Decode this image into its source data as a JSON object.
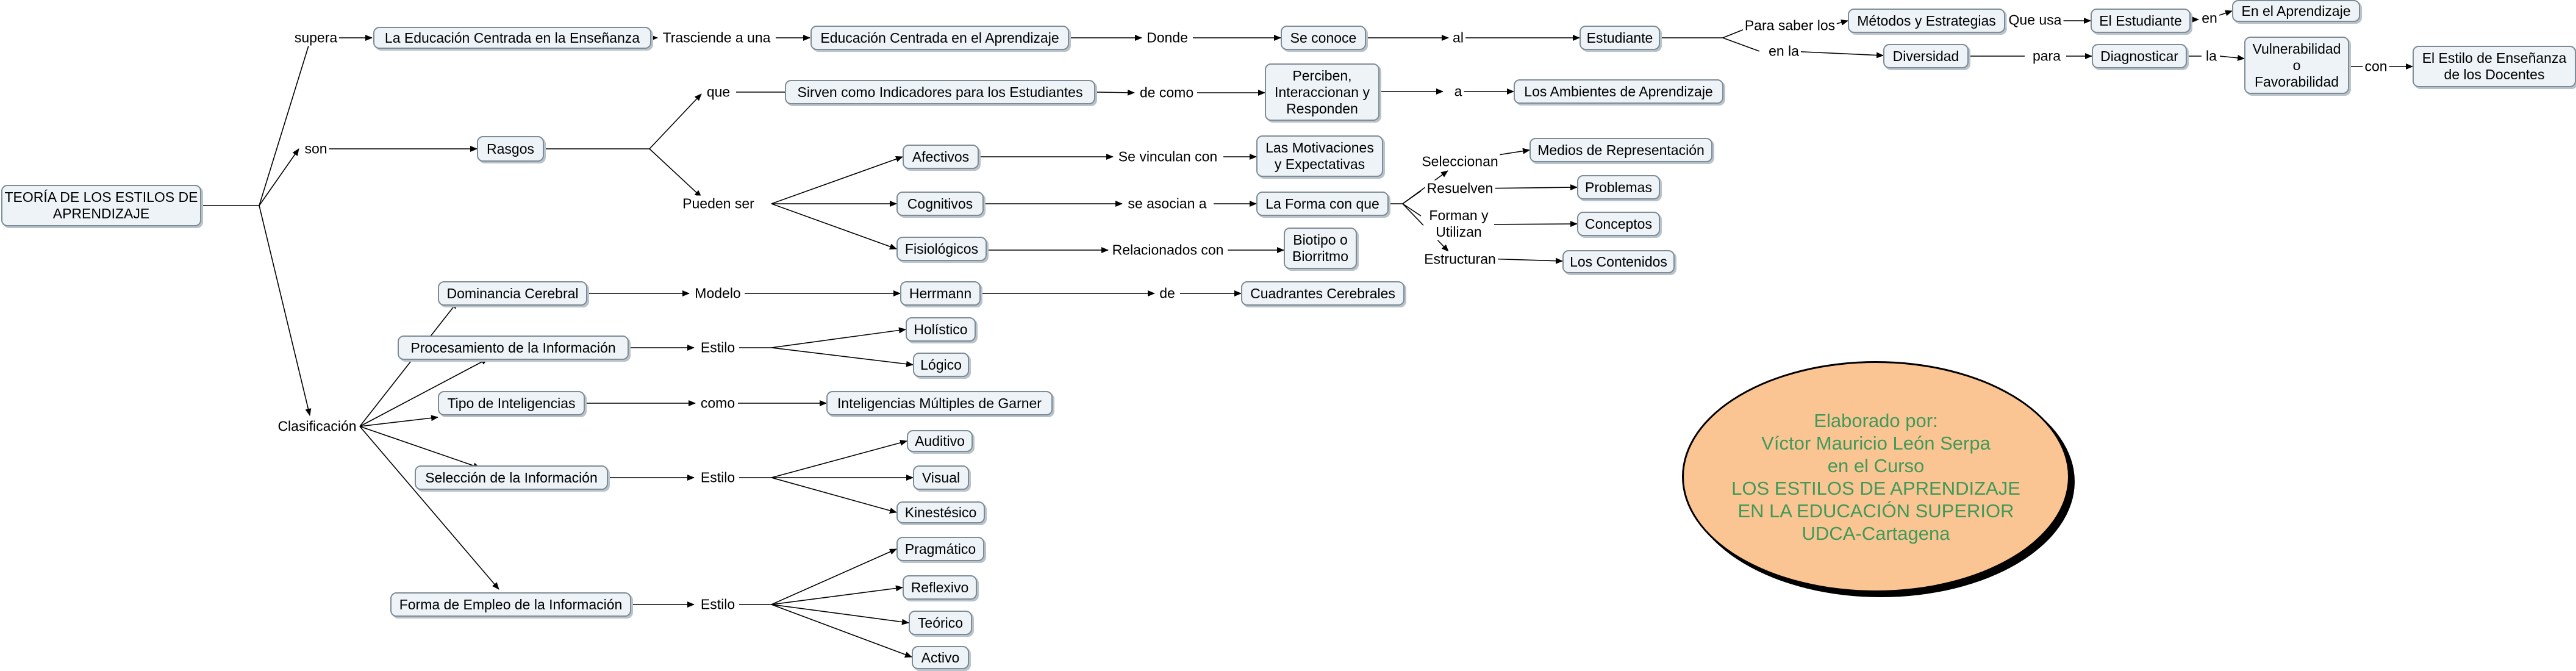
{
  "nodes": {
    "root": "TEORÍA DE LOS ESTILOS DE APRENDIZAJE",
    "educ_ensenanza": "La Educación Centrada en la Enseñanza",
    "educ_aprendizaje": "Educación Centrada en el Aprendizaje",
    "se_conoce": "Se conoce",
    "estudiante": "Estudiante",
    "metodos": "Métodos y Estrategias",
    "el_estudiante": "El Estudiante",
    "en_el_aprendizaje": "En el Aprendizaje",
    "diversidad": "Diversidad",
    "diagnosticar": "Diagnosticar",
    "vulnerabilidad": "Vulnerabilidad o Favorabilidad",
    "estilo_ensenanza": "El Estilo de Enseñanza de los Docentes",
    "rasgos": "Rasgos",
    "sirven": "Sirven como Indicadores para los Estudiantes",
    "perciben": "Perciben, Interaccionan y Responden",
    "ambientes": "Los Ambientes de Aprendizaje",
    "afectivos": "Afectivos",
    "motivaciones": "Las Motivaciones y Expectativas",
    "cognitivos": "Cognitivos",
    "forma_con_que": "La Forma con que",
    "fisiologicos": "Fisiológicos",
    "biotipo": "Biotipo o Biorritmo",
    "medios": "Medios de Representación",
    "problemas": "Problemas",
    "conceptos": "Conceptos",
    "contenidos": "Los Contenidos",
    "dominancia": "Dominancia Cerebral",
    "herrmann": "Herrmann",
    "cuadrantes": "Cuadrantes Cerebrales",
    "procesamiento": "Procesamiento de la Información",
    "holistico": "Holístico",
    "logico": "Lógico",
    "tipo_intel": "Tipo de Inteligencias",
    "intel_multiples": "Inteligencias Múltiples de Garner",
    "seleccion": "Selección de la Información",
    "auditivo": "Auditivo",
    "visual": "Visual",
    "kinestesico": "Kinestésico",
    "forma_empleo": "Forma de Empleo de la Información",
    "pragmatico": "Pragmático",
    "reflexivo": "Reflexivo",
    "teorico": "Teórico",
    "activo": "Activo"
  },
  "links": {
    "supera": "supera",
    "son": "son",
    "clasificacion": "Clasificación",
    "trasciende": "Trasciende a una",
    "donde": "Donde",
    "al": "al",
    "para_saber": "Para saber los",
    "en_la": "en la",
    "que_usa": "Que usa",
    "en": "en",
    "para": "para",
    "la": "la",
    "con": "con",
    "que": "que",
    "de_como": "de como",
    "a": "a",
    "pueden_ser": "Pueden ser",
    "se_vinculan": "Se vinculan con",
    "se_asocian": "se asocian a",
    "relacionados": "Relacionados con",
    "seleccionan": "Seleccionan",
    "resuelven": "Resuelven",
    "forman": "Forman y Utilizan",
    "estructuran": "Estructuran",
    "modelo": "Modelo",
    "de": "de",
    "estilo_proc": "Estilo",
    "como": "como",
    "estilo_sel": "Estilo",
    "estilo_forma": "Estilo"
  },
  "credit": {
    "line1": "Elaborado por:",
    "line2": "Víctor Mauricio León Serpa",
    "line3": "en el Curso",
    "line4": "LOS ESTILOS DE APRENDIZAJE",
    "line5": "EN LA EDUCACIÓN SUPERIOR",
    "line6": "UDCA-Cartagena"
  },
  "colors": {
    "node_fill": "#edf3f7",
    "node_border": "#7f8c95",
    "credit_fill": "#fbc493",
    "credit_text": "#3e9a59"
  }
}
